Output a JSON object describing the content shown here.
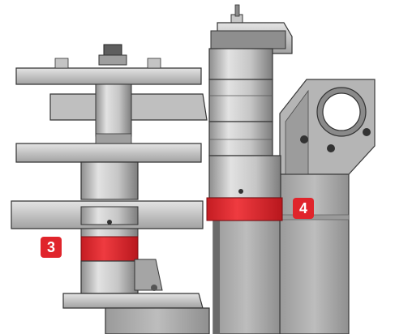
{
  "diagram": {
    "callouts": [
      {
        "id": "3",
        "label": "3",
        "color": "#e0242b"
      },
      {
        "id": "4",
        "label": "4",
        "color": "#e0242b"
      }
    ],
    "highlight_color": "#e0242b",
    "metal_colors": {
      "light": "#d2d2d2",
      "mid": "#a9a9a9",
      "dark": "#5a5a5a",
      "edge": "#3a3a3a"
    }
  }
}
